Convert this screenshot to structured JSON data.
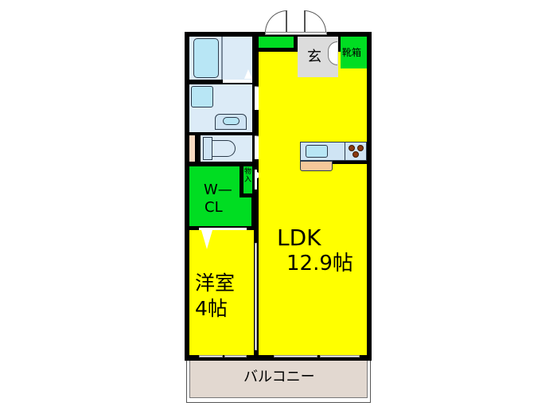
{
  "floor_plan": {
    "rooms": {
      "ldk": {
        "name": "LDK",
        "size": "12.9帖"
      },
      "western_room": {
        "name": "洋室",
        "size": "4帖"
      },
      "walk_in_closet": {
        "line1": "W—",
        "line2": "CL"
      },
      "entrance": {
        "name": "玄"
      },
      "shoe_cabinet": {
        "name": "靴箱"
      },
      "storage": {
        "name": "物入"
      },
      "balcony": {
        "name": "バルコニー"
      }
    },
    "colors": {
      "living": "#ffff00",
      "closet": "#00dd22",
      "wet_area": "#dcebf7",
      "entrance": "#dcdcdc",
      "balcony": "#e2d8d0",
      "fixture": "#b8e6f5",
      "counter": "#f5c89a",
      "stove": "#8b3a10",
      "wall": "#000000"
    }
  }
}
